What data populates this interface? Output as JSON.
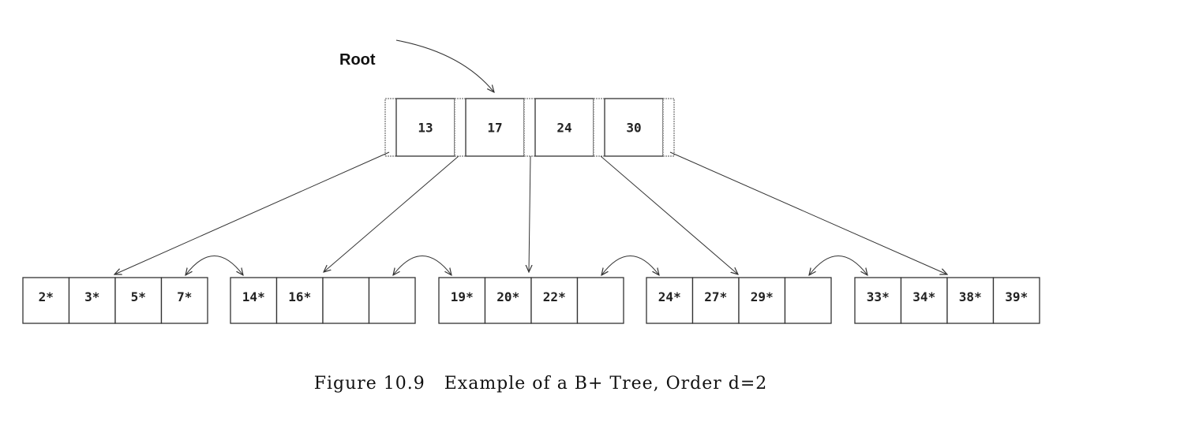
{
  "root_label": "Root",
  "root_keys": [
    "13",
    "17",
    "24",
    "30"
  ],
  "leaves": [
    [
      "2*",
      "3*",
      "5*",
      "7*"
    ],
    [
      "14*",
      "16*",
      "",
      ""
    ],
    [
      "19*",
      "20*",
      "22*",
      ""
    ],
    [
      "24*",
      "27*",
      "29*",
      ""
    ],
    [
      "33*",
      "34*",
      "38*",
      "39*"
    ]
  ],
  "caption": "Figure 10.9   Example of a B+ Tree, Order d=2"
}
